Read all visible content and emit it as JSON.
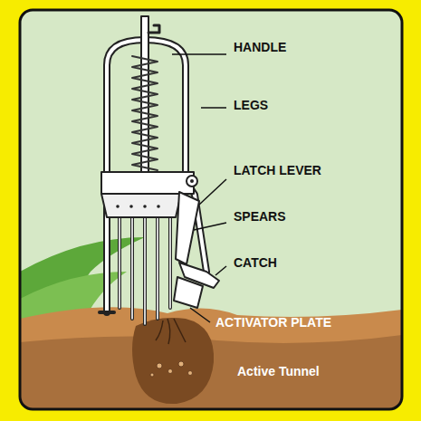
{
  "diagram": {
    "labels": [
      "HANDLE",
      "LEGS",
      "LATCH LEVER",
      "SPEARS",
      "CATCH",
      "ACTIVATOR PLATE",
      "Active Tunnel"
    ]
  }
}
